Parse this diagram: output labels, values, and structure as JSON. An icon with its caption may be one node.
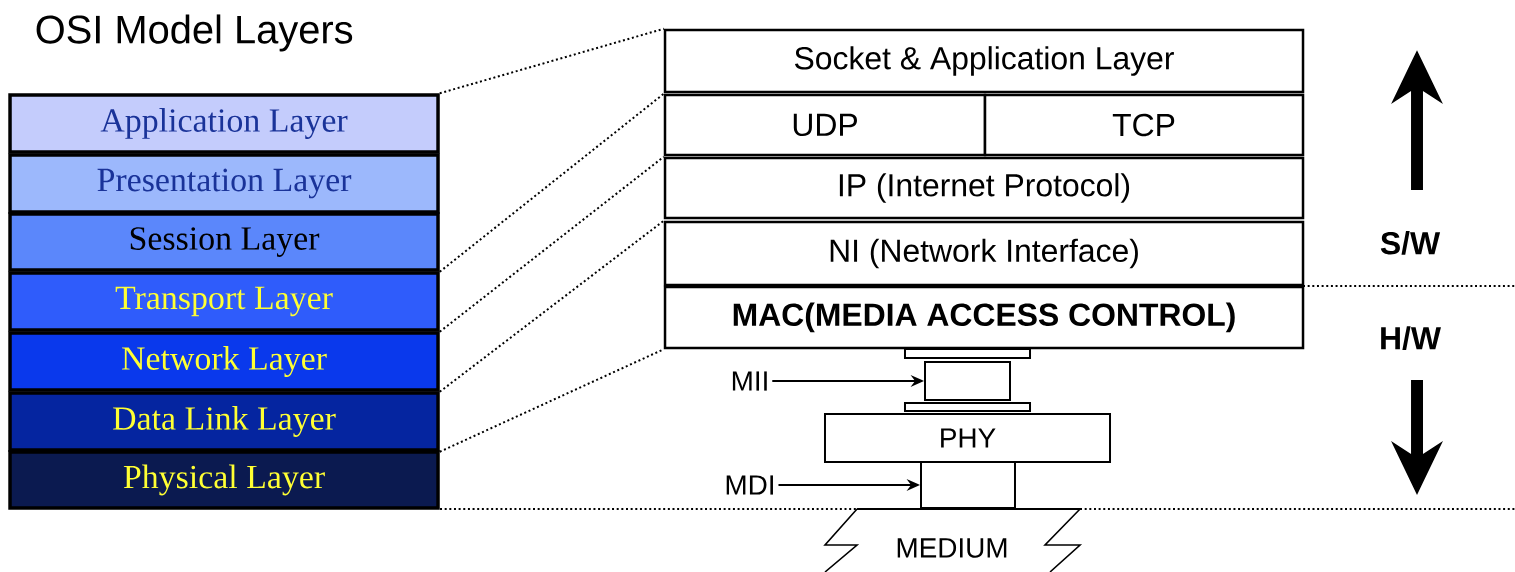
{
  "diagram": {
    "title": "OSI Model Layers",
    "nodes": [
      {
        "text": [
          "Application Layer"
        ]
      },
      {
        "text": [
          "Presentation Layer"
        ]
      },
      {
        "text": [
          "Session Layer"
        ]
      },
      {
        "text": [
          "Transport Layer"
        ]
      },
      {
        "text": [
          "Network Layer"
        ]
      },
      {
        "text": [
          "Data Link Layer"
        ]
      },
      {
        "text": [
          "Physical Layer"
        ]
      },
      {
        "text": [
          "Socket & Application Layer"
        ]
      },
      {
        "text": [
          "UDP"
        ]
      },
      {
        "text": [
          "TCP"
        ]
      },
      {
        "text": [
          "IP (Internet Protocol)"
        ]
      },
      {
        "text": [
          "NI (Network Interface)"
        ]
      },
      {
        "text": [
          "MAC(MEDIA ACCESS CONTROL)"
        ]
      },
      {
        "text": [
          "MII"
        ]
      },
      {
        "text": [],
        "shape": "box"
      },
      {
        "text": [
          "PHY"
        ]
      },
      {
        "text": [
          "MDI"
        ]
      },
      {
        "text": [],
        "shape": "box"
      },
      {
        "text": [
          "MEDIUM"
        ]
      }
    ],
    "edges": [
      {
        "from": 0,
        "to": 7,
        "arrow": "none",
        "style": "dashed"
      },
      {
        "from": 2,
        "to": 8,
        "arrow": "none",
        "style": "dashed"
      },
      {
        "from": 3,
        "to": 10,
        "arrow": "none",
        "style": "dashed"
      },
      {
        "from": 4,
        "to": 11,
        "arrow": "none",
        "style": "dashed"
      },
      {
        "from": 5,
        "to": 12,
        "arrow": "none",
        "style": "dashed"
      },
      {
        "from": 13,
        "to": 14,
        "arrow": "to"
      },
      {
        "from": 16,
        "to": 17,
        "arrow": "to"
      }
    ],
    "labels": [
      "S/W",
      "H/W"
    ]
  }
}
